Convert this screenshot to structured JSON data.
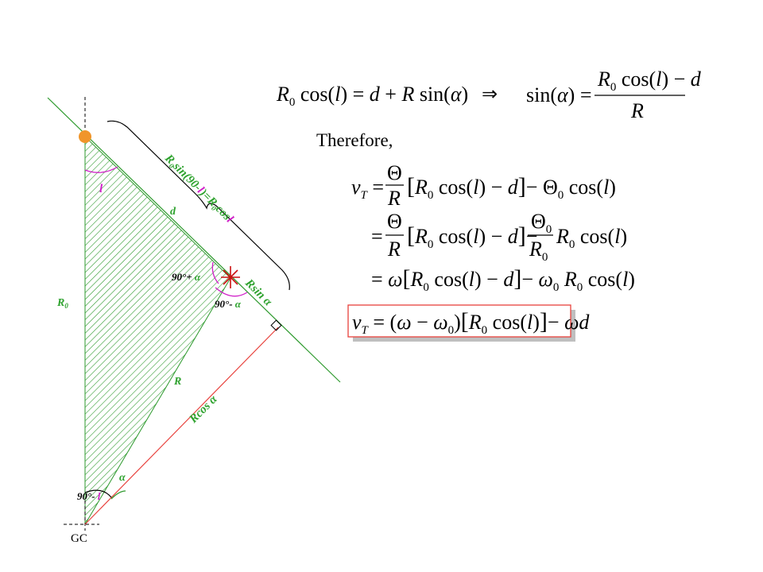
{
  "diagram": {
    "labels": {
      "gc": "GC",
      "r0": "R0",
      "r": "R",
      "d": "d",
      "l_top": "l",
      "rsin": "Rsin α",
      "rcos": "Rcos α",
      "alpha_bottom": "α",
      "angle_bottom": "90°- l",
      "angle_plus": "90°+ α",
      "angle_minus": "90°- α",
      "brace_label": "R0sin(90-l)=R0cos l"
    },
    "colors": {
      "sightline": "#2e9a2e",
      "hatch": "#2e9a2e",
      "red_line": "#e8413c",
      "magenta": "#d01fc8",
      "label_green": "#2ea22e",
      "sun": "#f0952a",
      "star": "#cc1111"
    }
  },
  "text": {
    "therefore": "Therefore,"
  },
  "equations": {
    "top_left": "R0 cos(l) = d + R sin(α)",
    "implies": "⇒",
    "top_right": "sin(α) = (R0 cos(l) − d) / R",
    "vt_1": "vT = (Θ/R)[R0 cos(l) − d] − Θ0 cos(l)",
    "vt_2": "= (Θ/R)[R0 cos(l) − d] − (Θ0/R0) R0 cos(l)",
    "vt_3": "= ω[R0 cos(l) − d] − ω0 R0 cos(l)",
    "vt_boxed": "vT = (ω − ω0)[R0 cos(l)] − ωd"
  }
}
